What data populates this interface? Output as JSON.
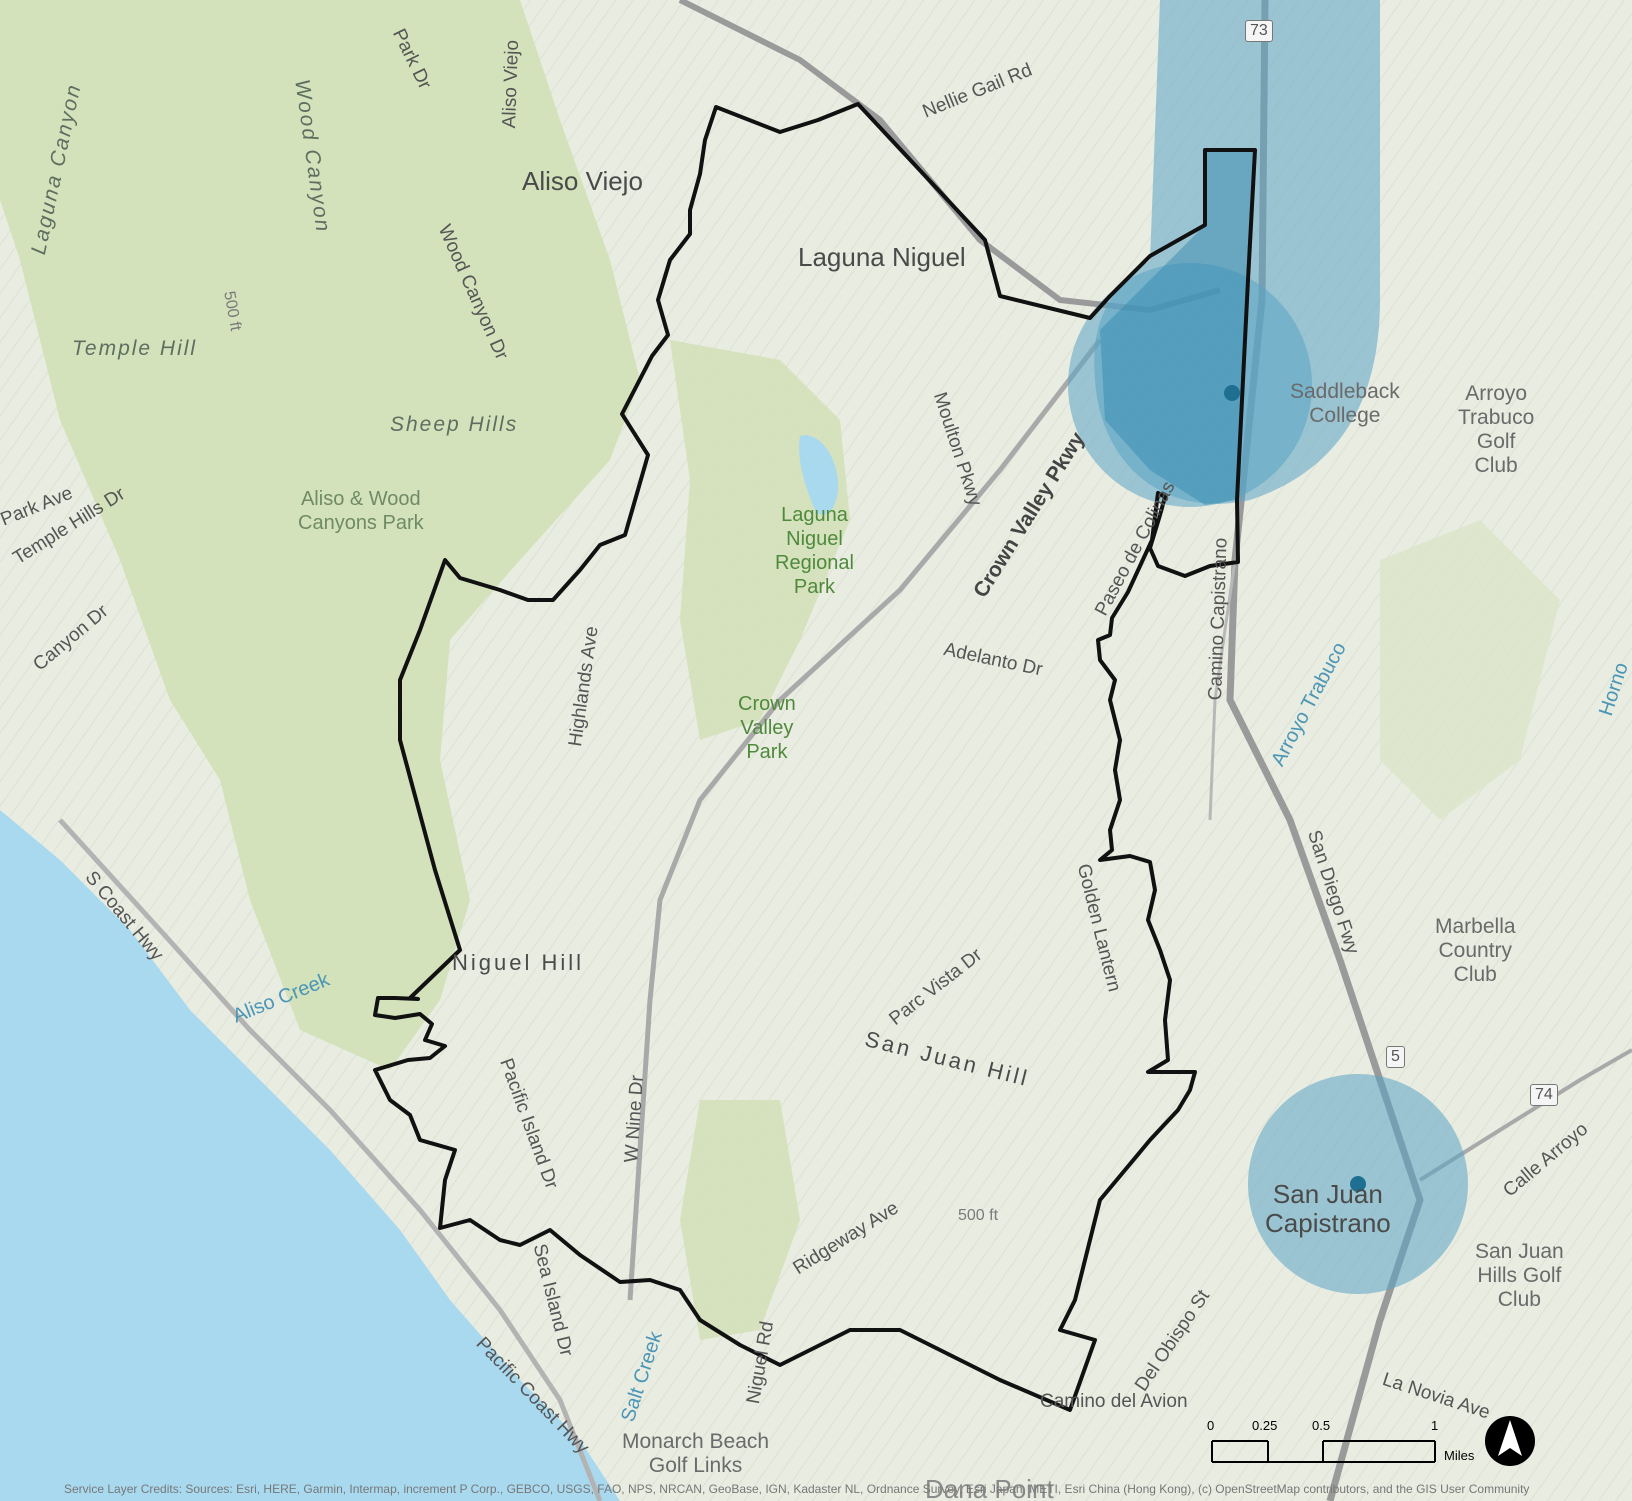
{
  "map": {
    "attribution": "Service Layer Credits: Sources: Esri, HERE, Garmin, Intermap, increment P Corp., GEBCO, USGS, FAO, NPS, NRCAN, GeoBase, IGN, Kadaster NL, Ordnance Survey, Esri Japan, METI, Esri China (Hong Kong), (c) OpenStreetMap contributors, and the GIS User Community",
    "colors": {
      "land": "#e9ece1",
      "parkland": "#cfe0b4",
      "ocean": "#a9d9ef",
      "boundary": "#111111",
      "buffer_fill": "#5aa4c4",
      "buffer_fill_dark": "#2f86ad",
      "highway": "#9a9a9a"
    },
    "places": {
      "aliso_viejo": "Aliso Viejo",
      "laguna_niguel": "Laguna Niguel",
      "san_juan_capistrano": "San Juan\nCapistrano",
      "saddleback_college": "Saddleback\nCollege",
      "arroyo_trabuco_golf": "Arroyo\nTrabuco\nGolf\nClub",
      "marbella": "Marbella\nCountry\nClub",
      "san_juan_hills_golf": "San Juan\nHills Golf\nClub",
      "monarch_beach": "Monarch Beach\nGolf Links",
      "dana_point": "Dana Point"
    },
    "parks": {
      "aliso_wood": "Aliso & Wood\nCanyons Park",
      "laguna_niguel_regional": "Laguna\nNiguel\nRegional\nPark",
      "crown_valley_park": "Crown\nValley\nPark"
    },
    "terrain": {
      "temple_hill": "Temple Hill",
      "sheep_hills": "Sheep Hills",
      "wood_canyon": "Wood Canyon",
      "laguna_canyon": "Laguna Canyon",
      "niguel_hill": "Niguel Hill",
      "san_juan_hill": "San Juan Hill",
      "elev_500_west": "500 ft",
      "elev_500_east": "500 ft"
    },
    "water": {
      "aliso_creek": "Aliso Creek",
      "salt_creek": "Salt Creek",
      "arroyo_trabuco": "Arroyo Trabuco",
      "horno": "Horno"
    },
    "roads": {
      "crown_valley_pkwy": "Crown Valley Pkwy",
      "moulton_pkwy": "Moulton Pkwy",
      "paseo_de_colinas": "Paseo de Colinas",
      "adelanto_dr": "Adelanto Dr",
      "highlands_ave": "Highlands Ave",
      "golden_lantern": "Golden Lantern",
      "parc_vista_dr": "Parc Vista Dr",
      "pacific_island_dr": "Pacific Island Dr",
      "sea_island_dr": "Sea Island Dr",
      "w_nine_dr": "W Nine Dr",
      "niguel_rd": "Niguel Rd",
      "ridgeway_ave": "Ridgeway Ave",
      "del_obispo_st": "Del Obispo St",
      "camino_del_avion": "Camino del Avion",
      "camino_capistrano": "Camino Capistrano",
      "san_diego_fwy": "San Diego Fwy",
      "la_novia_ave": "La Novia Ave",
      "calle_arroyo": "Calle Arroyo",
      "nellie_gail_rd": "Nellie Gail Rd",
      "aliso_viejo_pkwy": "Aliso Viejo",
      "park_dr": "Park Dr",
      "wood_canyon_dr": "Wood Canyon Dr",
      "temple_hills_dr": "Temple Hills Dr",
      "park_ave": "Park Ave",
      "canyon_dr": "Canyon Dr",
      "s_coast_hwy": "S Coast Hwy",
      "pacific_coast_hwy": "Pacific Coast Hwy",
      "shield_5": "5",
      "shield_74": "74",
      "shield_73": "73"
    },
    "scale_bar": {
      "ticks": [
        "0",
        "0.25",
        "0.5",
        "1"
      ],
      "unit": "Miles"
    },
    "north_arrow": "north-arrow-icon"
  }
}
